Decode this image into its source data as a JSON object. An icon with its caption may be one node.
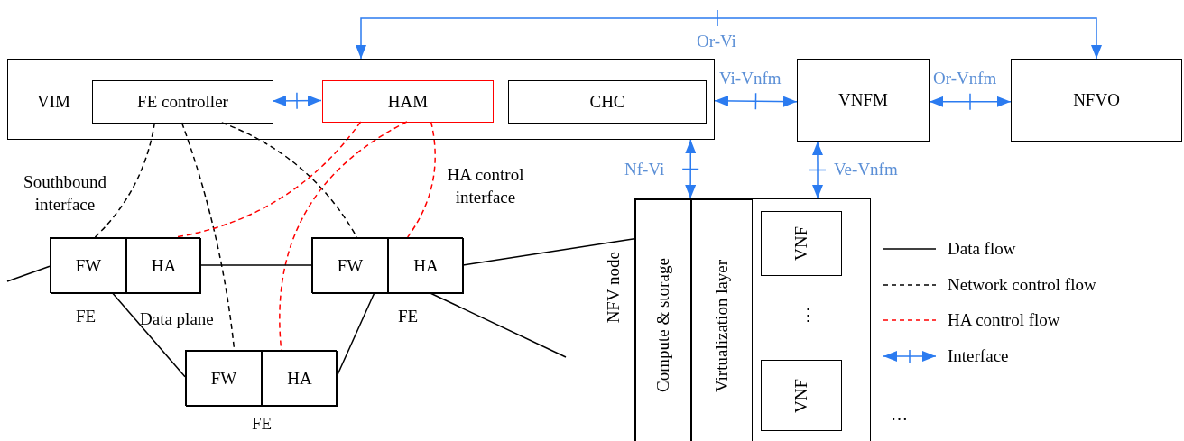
{
  "diagram": {
    "nodes": [
      {
        "text": [
          "VIM"
        ]
      },
      {
        "text": [
          "FE controller"
        ],
        "in": 0
      },
      {
        "text": [
          "HAM"
        ],
        "in": 0
      },
      {
        "text": [
          "CHC"
        ],
        "in": 0
      },
      {
        "text": [
          "VNFM"
        ]
      },
      {
        "text": [
          "NFVO"
        ]
      },
      {
        "text": [
          "FE"
        ]
      },
      {
        "text": [
          "FW"
        ],
        "in": 6
      },
      {
        "text": [
          "HA"
        ],
        "in": 6
      },
      {
        "text": [
          "FE"
        ]
      },
      {
        "text": [
          "FW"
        ],
        "in": 9
      },
      {
        "text": [
          "HA"
        ],
        "in": 9
      },
      {
        "text": [
          "FE"
        ]
      },
      {
        "text": [
          "FW"
        ],
        "in": 12
      },
      {
        "text": [
          "HA"
        ],
        "in": 12
      },
      {
        "text": [
          "NFV node"
        ]
      },
      {
        "text": [
          "Compute & storage"
        ],
        "in": 15
      },
      {
        "text": [
          "Virtualization layer"
        ],
        "in": 15
      },
      {
        "text": [
          "VNF"
        ],
        "in": 15
      },
      {
        "text": [
          "VNF"
        ],
        "in": 15
      }
    ],
    "edges": [
      {
        "from": 0,
        "to": 5,
        "arrow": "both",
        "label": "Or-Vi",
        "color": "#2b7bf0"
      },
      {
        "from": 1,
        "to": 2,
        "arrow": "both",
        "color": "#2b7bf0"
      },
      {
        "from": 0,
        "to": 4,
        "arrow": "both",
        "label": "Vi-Vnfm",
        "color": "#2b7bf0"
      },
      {
        "from": 4,
        "to": 5,
        "arrow": "both",
        "label": "Or-Vnfm",
        "color": "#2b7bf0"
      },
      {
        "from": 0,
        "to": 15,
        "arrow": "both",
        "label": "Nf-Vi",
        "color": "#2b7bf0"
      },
      {
        "from": 4,
        "to": 15,
        "arrow": "both",
        "label": "Ve-Vnfm",
        "color": "#2b7bf0"
      },
      {
        "from": 1,
        "to": 7,
        "arrow": "none",
        "style": "dashed"
      },
      {
        "from": 1,
        "to": 13,
        "arrow": "none",
        "style": "dashed"
      },
      {
        "from": 1,
        "to": 10,
        "arrow": "none",
        "style": "dashed"
      },
      {
        "from": 2,
        "to": 8,
        "arrow": "none",
        "style": "dashed",
        "color": "#ff0000"
      },
      {
        "from": 2,
        "to": 14,
        "arrow": "none",
        "style": "dashed",
        "color": "#ff0000"
      },
      {
        "from": 2,
        "to": 11,
        "arrow": "none",
        "style": "dashed",
        "color": "#ff0000"
      },
      {
        "from": null,
        "to": 7,
        "arrow": "none"
      },
      {
        "from": 8,
        "to": 10,
        "arrow": "none"
      },
      {
        "from": 7,
        "to": 13,
        "arrow": "none"
      },
      {
        "from": 14,
        "to": 10,
        "arrow": "none"
      },
      {
        "from": 11,
        "to": 15,
        "arrow": "none"
      },
      {
        "from": 11,
        "to": null,
        "arrow": "none"
      }
    ],
    "labels": [
      "Southbound interface",
      "HA control interface",
      "Data plane",
      "⋮",
      "…"
    ],
    "legend": [
      {
        "text": "Data flow"
      },
      {
        "text": "Network control flow"
      },
      {
        "text": "HA control flow"
      },
      {
        "text": "Interface"
      }
    ]
  }
}
